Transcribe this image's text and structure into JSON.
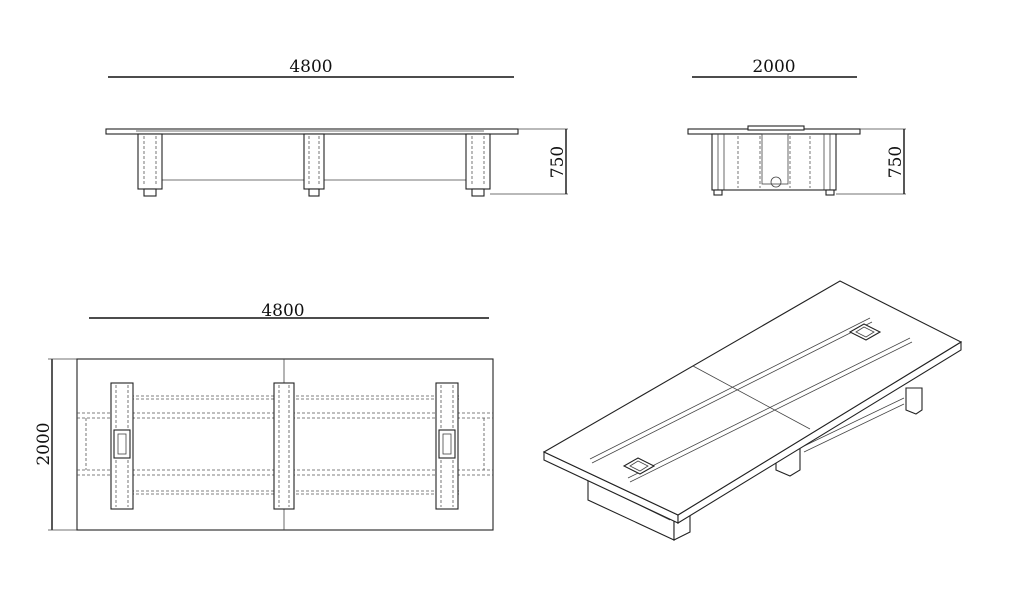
{
  "dimensions": {
    "front_length": "4800",
    "front_height": "750",
    "side_width": "2000",
    "side_height": "750",
    "plan_length": "4800",
    "plan_width": "2000"
  },
  "colors": {
    "line": "#222222",
    "background": "#ffffff"
  }
}
